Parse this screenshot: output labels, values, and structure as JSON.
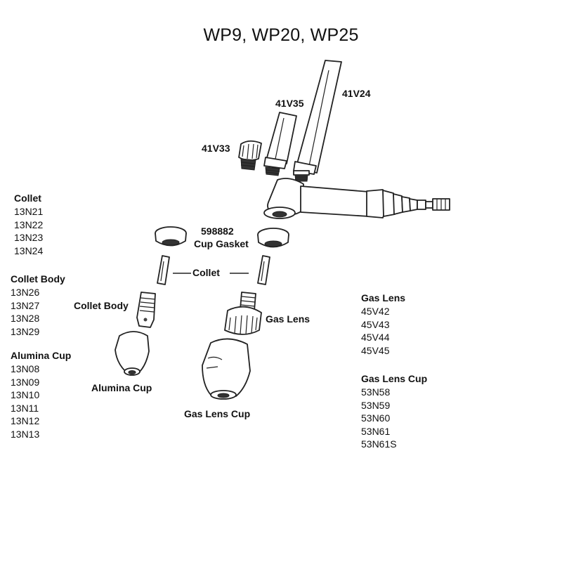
{
  "title": "WP9, WP20, WP25",
  "callouts": {
    "p41v24": "41V24",
    "p41v35": "41V35",
    "p41v33": "41V33",
    "gasket_num": "598882",
    "gasket_name": "Cup Gasket",
    "collet": "Collet",
    "collet_body": "Collet Body",
    "gas_lens": "Gas Lens",
    "alumina_cup": "Alumina Cup",
    "gas_lens_cup": "Gas Lens Cup"
  },
  "lists": {
    "collet": {
      "heading": "Collet",
      "items": [
        "13N21",
        "13N22",
        "13N23",
        "13N24"
      ]
    },
    "collet_body": {
      "heading": "Collet Body",
      "items": [
        "13N26",
        "13N27",
        "13N28",
        "13N29"
      ]
    },
    "alumina_cup": {
      "heading": "Alumina Cup",
      "items": [
        "13N08",
        "13N09",
        "13N10",
        "13N11",
        "13N12",
        "13N13"
      ]
    },
    "gas_lens": {
      "heading": "Gas Lens",
      "items": [
        "45V42",
        "45V43",
        "45V44",
        "45V45"
      ]
    },
    "gas_lens_cup": {
      "heading": "Gas Lens Cup",
      "items": [
        "53N58",
        "53N59",
        "53N60",
        "53N61",
        "53N61S"
      ]
    }
  }
}
